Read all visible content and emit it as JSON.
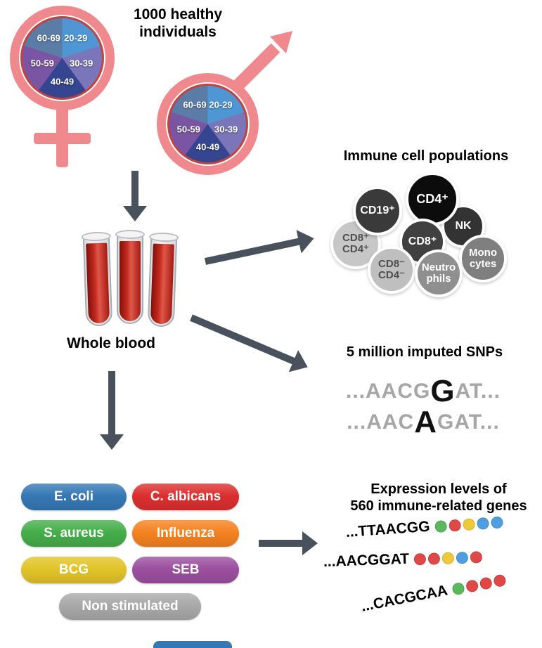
{
  "cohort": {
    "title_line1": "1000 healthy",
    "title_line2": "individuals",
    "age_groups": [
      "20-29",
      "30-39",
      "40-49",
      "50-59",
      "60-69"
    ],
    "pie_colors": [
      "#4E97D4",
      "#7B76B9",
      "#35458F",
      "#7A55A3",
      "#5C7CA8"
    ],
    "symbol_color": "#F0898D",
    "ring_color": "#C2423E"
  },
  "whole_blood_label": "Whole blood",
  "immune": {
    "title": "Immune cell populations",
    "cells": [
      {
        "label": "CD19⁺"
      },
      {
        "label": "CD4⁺"
      },
      {
        "label": "NK"
      },
      {
        "label": "CD8⁺"
      },
      {
        "line1": "CD8⁺",
        "line2": "CD4⁺"
      },
      {
        "line1": "CD8⁻",
        "line2": "CD4⁻"
      },
      {
        "line1": "Neutro",
        "line2": "phils"
      },
      {
        "line1": "Mono",
        "line2": "cytes"
      }
    ]
  },
  "snps": {
    "title": "5 million imputed SNPs",
    "sequences": [
      {
        "prefix": "...AACG",
        "variant": "G",
        "suffix": "AT..."
      },
      {
        "prefix": "...AAC",
        "variant": "A",
        "suffix": "GAT..."
      }
    ]
  },
  "stimuli": [
    {
      "label": "E. coli",
      "color": "#3578B5"
    },
    {
      "label": "C. albicans",
      "color": "#DC2F2F"
    },
    {
      "label": "S. aureus",
      "color": "#45AE49"
    },
    {
      "label": "Influenza",
      "color": "#F58220"
    },
    {
      "label": "BCG",
      "color": "#E2C429"
    },
    {
      "label": "SEB",
      "color": "#9C4F9F"
    },
    {
      "label": "Non stimulated",
      "color": "#A9A9A9"
    }
  ],
  "expression": {
    "title_line1": "Expression levels of",
    "title_line2": "560 immune-related genes",
    "dot_colors": {
      "green": "#5CB85C",
      "red": "#E04848",
      "yellow": "#EFC93C",
      "blue": "#4D9FE0"
    },
    "rows": [
      {
        "seq": "...TTAACGG",
        "dots": [
          "green",
          "red",
          "yellow",
          "blue",
          "blue"
        ]
      },
      {
        "seq": "...AACGGAT",
        "dots": [
          "red",
          "red",
          "yellow",
          "blue",
          "red"
        ]
      },
      {
        "seq": "...CACGCAA",
        "dots": [
          "green",
          "red",
          "red",
          "red"
        ]
      }
    ]
  }
}
